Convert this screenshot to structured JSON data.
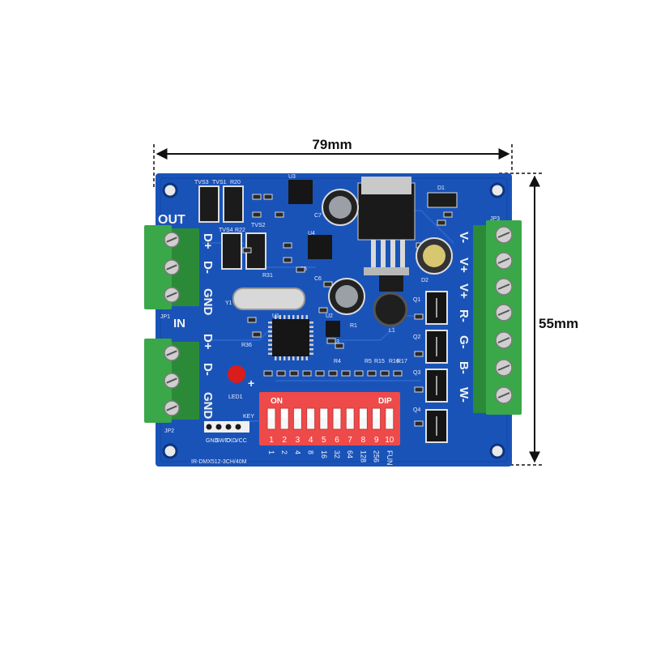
{
  "dimensions": {
    "width_label": "79mm",
    "height_label": "55mm"
  },
  "board": {
    "model_text": "IR-DMX512-3CH/40M",
    "colors": {
      "pcb": "#1a53b8",
      "pcb_dark": "#0f3f93",
      "terminal": "#3aa848",
      "terminal_dark": "#2b8a38",
      "dip": "#ee4a4a",
      "led": "#d91c1c"
    },
    "out_label": "OUT",
    "in_label": "IN",
    "out_pins": [
      "D+",
      "D-",
      "GND"
    ],
    "in_pins": [
      "D+",
      "D-",
      "GND"
    ],
    "right_pins": [
      "V-",
      "V+",
      "V+",
      "R-",
      "G-",
      "B-",
      "W-"
    ],
    "jp_labels": [
      "JP1",
      "JP2",
      "JP3"
    ],
    "led_label": "LED1",
    "key_label": "KEY",
    "plus_label": "+",
    "crystal_label": "Y1",
    "prog_pins": [
      "GND",
      "SWIO",
      "TXD",
      "VCC"
    ],
    "component_labels": [
      "TVS3",
      "TVS1",
      "R20",
      "TVS4",
      "R22",
      "TVS2",
      "R31",
      "U3",
      "U4",
      "C5",
      "C6",
      "U2",
      "R1",
      "C3",
      "D1",
      "D2",
      "L1",
      "R36",
      "U1",
      "R4",
      "R5",
      "R15",
      "R16",
      "R17",
      "C7",
      "Q1",
      "Q2",
      "Q3",
      "Q4"
    ],
    "dip_switch": {
      "on_label": "ON",
      "dip_label": "DIP",
      "numbers": [
        "1",
        "2",
        "3",
        "4",
        "5",
        "6",
        "7",
        "8",
        "9",
        "10"
      ],
      "values": [
        "1",
        "2",
        "4",
        "8",
        "16",
        "32",
        "64",
        "128",
        "256",
        "FUN"
      ]
    }
  }
}
